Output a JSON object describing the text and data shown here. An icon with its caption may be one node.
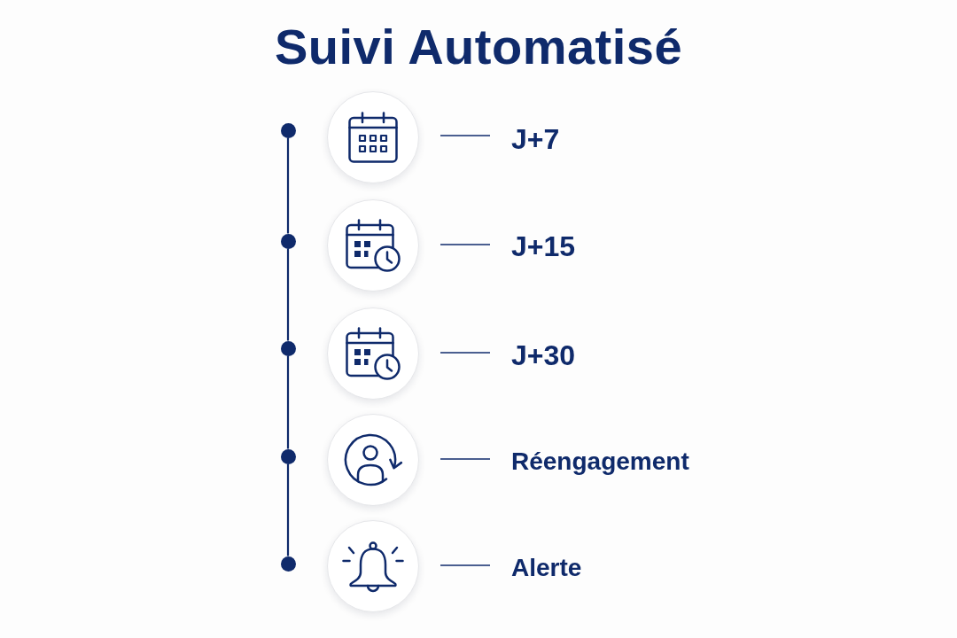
{
  "diagram": {
    "title": "Suivi Automatisé",
    "nodes": [
      {
        "text": [],
        "shape": "circle"
      },
      {
        "text": [],
        "shape": "circle"
      },
      {
        "text": [
          "J+7"
        ]
      },
      {
        "text": [],
        "shape": "circle"
      },
      {
        "text": [],
        "shape": "circle"
      },
      {
        "text": [
          "J+15"
        ]
      },
      {
        "text": [],
        "shape": "circle"
      },
      {
        "text": [],
        "shape": "circle"
      },
      {
        "text": [
          "J+30"
        ]
      },
      {
        "text": [],
        "shape": "circle"
      },
      {
        "text": [],
        "shape": "circle"
      },
      {
        "text": [
          "Réengagement"
        ]
      },
      {
        "text": [],
        "shape": "circle"
      },
      {
        "text": [],
        "shape": "circle"
      },
      {
        "text": [
          "Alerte"
        ]
      }
    ],
    "edges": [
      {
        "from": 1,
        "to": 2,
        "arrow": "none"
      },
      {
        "from": 4,
        "to": 5,
        "arrow": "none"
      },
      {
        "from": 7,
        "to": 8,
        "arrow": "none"
      },
      {
        "from": 10,
        "to": 11,
        "arrow": "none"
      },
      {
        "from": 13,
        "to": 14,
        "arrow": "none"
      },
      {
        "from": 0,
        "to": 3,
        "arrow": "none"
      },
      {
        "from": 3,
        "to": 6,
        "arrow": "none"
      },
      {
        "from": 6,
        "to": 9,
        "arrow": "none"
      },
      {
        "from": 9,
        "to": 12,
        "arrow": "none"
      }
    ]
  }
}
